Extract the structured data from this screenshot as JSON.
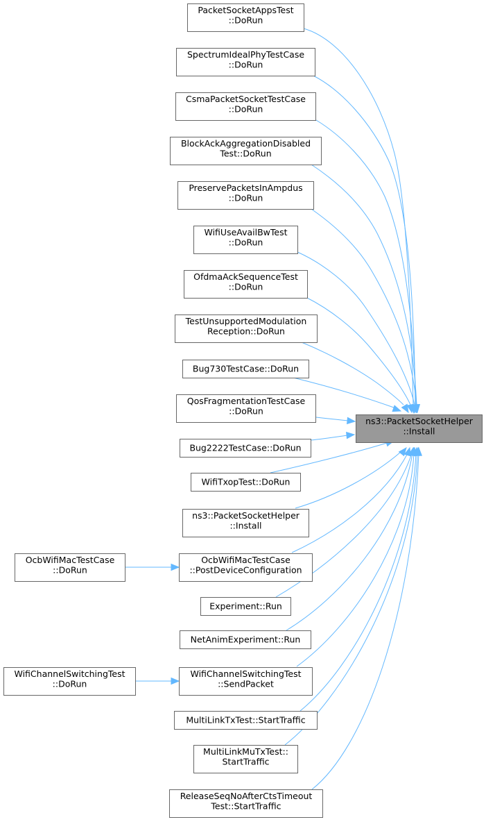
{
  "graph": {
    "target": {
      "id": "target",
      "lines": [
        "ns3::PacketSocketHelper",
        "::Install"
      ]
    },
    "nodes": [
      {
        "id": "n1",
        "lines": [
          "PacketSocketAppsTest",
          "::DoRun"
        ]
      },
      {
        "id": "n2",
        "lines": [
          "SpectrumIdealPhyTestCase",
          "::DoRun"
        ]
      },
      {
        "id": "n3",
        "lines": [
          "CsmaPacketSocketTestCase",
          "::DoRun"
        ]
      },
      {
        "id": "n4",
        "lines": [
          "BlockAckAggregationDisabled",
          "Test::DoRun"
        ]
      },
      {
        "id": "n5",
        "lines": [
          "PreservePacketsInAmpdus",
          "::DoRun"
        ]
      },
      {
        "id": "n6",
        "lines": [
          "WifiUseAvailBwTest",
          "::DoRun"
        ]
      },
      {
        "id": "n7",
        "lines": [
          "OfdmaAckSequenceTest",
          "::DoRun"
        ]
      },
      {
        "id": "n8",
        "lines": [
          "TestUnsupportedModulation",
          "Reception::DoRun"
        ]
      },
      {
        "id": "n9",
        "lines": [
          "Bug730TestCase::DoRun"
        ]
      },
      {
        "id": "n10",
        "lines": [
          "QosFragmentationTestCase",
          "::DoRun"
        ]
      },
      {
        "id": "n11",
        "lines": [
          "Bug2222TestCase::DoRun"
        ]
      },
      {
        "id": "n12",
        "lines": [
          "WifiTxopTest::DoRun"
        ]
      },
      {
        "id": "n13",
        "lines": [
          "ns3::PacketSocketHelper",
          "::Install"
        ]
      },
      {
        "id": "n14",
        "lines": [
          "OcbWifiMacTestCase",
          "::PostDeviceConfiguration"
        ]
      },
      {
        "id": "n15",
        "lines": [
          "Experiment::Run"
        ]
      },
      {
        "id": "n16",
        "lines": [
          "NetAnimExperiment::Run"
        ]
      },
      {
        "id": "n17",
        "lines": [
          "WifiChannelSwitchingTest",
          "::SendPacket"
        ]
      },
      {
        "id": "n18",
        "lines": [
          "MultiLinkTxTest::StartTraffic"
        ]
      },
      {
        "id": "n19",
        "lines": [
          "MultiLinkMuTxTest::",
          "StartTraffic"
        ]
      },
      {
        "id": "n20",
        "lines": [
          "ReleaseSeqNoAfterCtsTimeout",
          "Test::StartTraffic"
        ]
      },
      {
        "id": "c14",
        "lines": [
          "OcbWifiMacTestCase",
          "::DoRun"
        ]
      },
      {
        "id": "c17",
        "lines": [
          "WifiChannelSwitchingTest",
          "::DoRun"
        ]
      }
    ],
    "edges": [
      {
        "from": "n1",
        "to": "target"
      },
      {
        "from": "n2",
        "to": "target"
      },
      {
        "from": "n3",
        "to": "target"
      },
      {
        "from": "n4",
        "to": "target"
      },
      {
        "from": "n5",
        "to": "target"
      },
      {
        "from": "n6",
        "to": "target"
      },
      {
        "from": "n7",
        "to": "target"
      },
      {
        "from": "n8",
        "to": "target"
      },
      {
        "from": "n9",
        "to": "target"
      },
      {
        "from": "n10",
        "to": "target"
      },
      {
        "from": "n11",
        "to": "target"
      },
      {
        "from": "n12",
        "to": "target"
      },
      {
        "from": "n13",
        "to": "target"
      },
      {
        "from": "n14",
        "to": "target"
      },
      {
        "from": "n15",
        "to": "target"
      },
      {
        "from": "n16",
        "to": "target"
      },
      {
        "from": "n17",
        "to": "target"
      },
      {
        "from": "n18",
        "to": "target"
      },
      {
        "from": "n19",
        "to": "target"
      },
      {
        "from": "n20",
        "to": "target"
      },
      {
        "from": "c14",
        "to": "n14"
      },
      {
        "from": "c17",
        "to": "n17"
      }
    ],
    "colors": {
      "edge": "#63b8ff",
      "target_fill": "#999999",
      "border": "#666666"
    }
  }
}
